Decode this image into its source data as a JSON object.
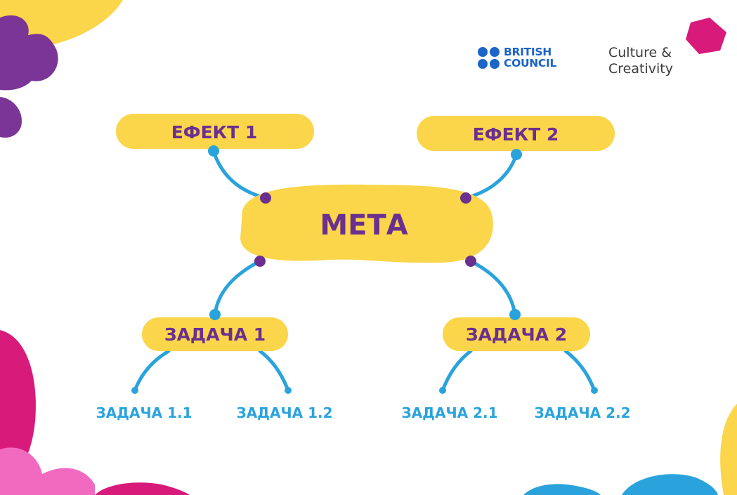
{
  "logos": {
    "british_council": [
      "BRITISH",
      "COUNCIL"
    ],
    "culture_creativity": [
      "Culture &",
      "Creativity"
    ]
  },
  "diagram": {
    "center": "МЕТА",
    "effects": [
      "ЕФЕКТ 1",
      "ЕФЕКТ 2"
    ],
    "tasks": [
      "ЗАДАЧА 1",
      "ЗАДАЧА 2"
    ],
    "subtasks": [
      "ЗАДАЧА 1.1",
      "ЗАДАЧА 1.2",
      "ЗАДАЧА 2.1",
      "ЗАДАЧА 2.2"
    ]
  },
  "colors": {
    "node_fill": "#FBD54A",
    "node_text": "#6B2F8F",
    "connector": "#2AA3DD",
    "joint_dot": "#6B2F8F",
    "brand_blue": "#1C64C6",
    "accent_magenta": "#D81B7A",
    "accent_purple": "#7A3596",
    "accent_pink": "#F26AC0",
    "accent_yellow": "#FBD54A",
    "accent_blue": "#2AA3DD"
  }
}
